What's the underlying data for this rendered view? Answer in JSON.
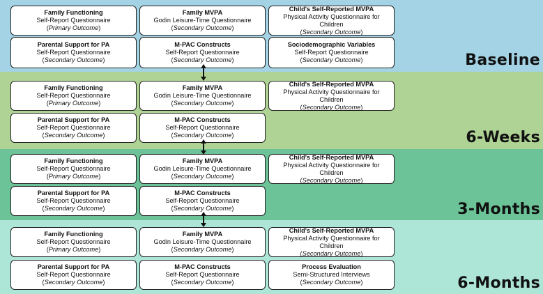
{
  "phases": [
    {
      "label": "Baseline",
      "color": "#a3d3e4",
      "boxes": [
        {
          "title": "Family Functioning",
          "lines": [
            "Self-Report Questionnaire"
          ],
          "outcome": "Primary Outcome"
        },
        {
          "title": "Family MVPA",
          "lines": [
            "Godin Leisure-Time Questionnaire"
          ],
          "outcome": "Secondary Outcome"
        },
        {
          "title": "Child's Self-Reported MVPA",
          "lines": [
            "Physical Activity Questionnaire for",
            "Children"
          ],
          "outcome": "Secondary Outcome"
        },
        {
          "title": "Parental Support for PA",
          "lines": [
            "Self-Report Questionnaire"
          ],
          "outcome": "Secondary Outcome"
        },
        {
          "title": "M-PAC Constructs",
          "lines": [
            "Self-Report Questionnaire"
          ],
          "outcome": "Secondary Outcome"
        },
        {
          "title": "Sociodemographic Variables",
          "lines": [
            "Self-Report Questionnaire"
          ],
          "outcome": "Secondary Outcome"
        }
      ]
    },
    {
      "label": "6-Weeks",
      "color": "#afd394",
      "boxes": [
        {
          "title": "Family Functioning",
          "lines": [
            "Self-Report Questionnaire"
          ],
          "outcome": "Primary Outcome"
        },
        {
          "title": "Family MVPA",
          "lines": [
            "Godin Leisure-Time Questionnaire"
          ],
          "outcome": "Secondary Outcome"
        },
        {
          "title": "Child's Self-Reported MVPA",
          "lines": [
            "Physical Activity Questionnaire for",
            "Children"
          ],
          "outcome": "Secondary Outcome"
        },
        {
          "title": "Parental Support for PA",
          "lines": [
            "Self-Report Questionnaire"
          ],
          "outcome": "Secondary Outcome"
        },
        {
          "title": "M-PAC Constructs",
          "lines": [
            "Self-Report Questionnaire"
          ],
          "outcome": "Secondary Outcome"
        }
      ]
    },
    {
      "label": "3-Months",
      "color": "#6cc397",
      "boxes": [
        {
          "title": "Family Functioning",
          "lines": [
            "Self-Report Questionnaire"
          ],
          "outcome": "Primary Outcome"
        },
        {
          "title": "Family MVPA",
          "lines": [
            "Godin Leisure-Time Questionnaire"
          ],
          "outcome": "Secondary Outcome"
        },
        {
          "title": "Child's Self-Reported MVPA",
          "lines": [
            "Physical Activity Questionnaire for",
            "Children"
          ],
          "outcome": "Secondary Outcome"
        },
        {
          "title": "Parental Support for PA",
          "lines": [
            "Self-Report Questionnaire"
          ],
          "outcome": "Secondary Outcome"
        },
        {
          "title": "M-PAC Constructs",
          "lines": [
            "Self-Report Questionnaire"
          ],
          "outcome": "Secondary Outcome"
        }
      ]
    },
    {
      "label": "6-Months",
      "color": "#ade5d6",
      "boxes": [
        {
          "title": "Family Functioning",
          "lines": [
            "Self-Report Questionnaire"
          ],
          "outcome": "Primary Outcome"
        },
        {
          "title": "Family MVPA",
          "lines": [
            "Godin Leisure-Time Questionnaire"
          ],
          "outcome": "Secondary Outcome"
        },
        {
          "title": "Child's Self-Reported MVPA",
          "lines": [
            "Physical Activity Questionnaire for",
            "Children"
          ],
          "outcome": "Secondary Outcome"
        },
        {
          "title": "Parental Support for PA",
          "lines": [
            "Self-Report Questionnaire"
          ],
          "outcome": "Secondary Outcome"
        },
        {
          "title": "M-PAC Constructs",
          "lines": [
            "Self-Report Questionnaire"
          ],
          "outcome": "Secondary Outcome"
        },
        {
          "title": "Process Evaluation",
          "lines": [
            "Semi-Structured Interviews"
          ],
          "outcome": "Secondary Outcome"
        }
      ]
    }
  ]
}
